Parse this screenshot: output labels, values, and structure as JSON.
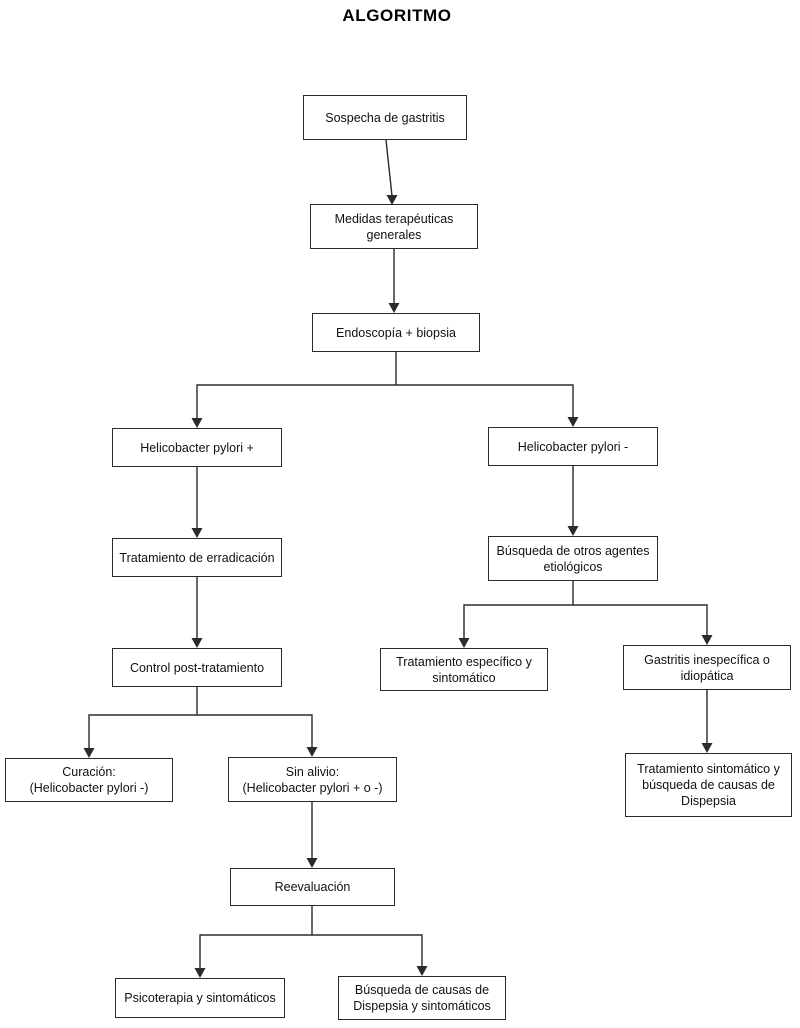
{
  "title": "ALGORITMO",
  "nodes": {
    "sospecha": {
      "label": "Sospecha de gastritis"
    },
    "medidas": {
      "label": "Medidas terapéuticas\ngenerales"
    },
    "endoscopia": {
      "label": "Endoscopía + biopsia"
    },
    "hp_pos": {
      "label": "Helicobacter pylori +"
    },
    "hp_neg": {
      "label": "Helicobacter pylori -"
    },
    "erradicacion": {
      "label": "Tratamiento de erradicación"
    },
    "busqueda_agentes": {
      "label": "Búsqueda de otros agentes\netiológicos"
    },
    "control": {
      "label": "Control post-tratamiento"
    },
    "trat_especifico": {
      "label": "Tratamiento específico y\nsintomático"
    },
    "gastritis_inespecifica": {
      "label": "Gastritis inespecífica o\nidiopática"
    },
    "curacion": {
      "label": "Curación:\n(Helicobacter pylori -)"
    },
    "sin_alivio": {
      "label": "Sin alivio:\n(Helicobacter pylori + o -)"
    },
    "trat_sintomatico": {
      "label": "Tratamiento sintomático y\nbúsqueda de causas de\nDispepsia"
    },
    "reevaluacion": {
      "label": "Reevaluación"
    },
    "psicoterapia": {
      "label": "Psicoterapia y sintomáticos"
    },
    "busqueda_causas": {
      "label": "Búsqueda de causas de\nDispepsia y sintomáticos"
    }
  },
  "colors": {
    "background": "#ffffff",
    "box_border": "#2b2b2b",
    "line": "#2b2b2b",
    "text": "#111111"
  }
}
